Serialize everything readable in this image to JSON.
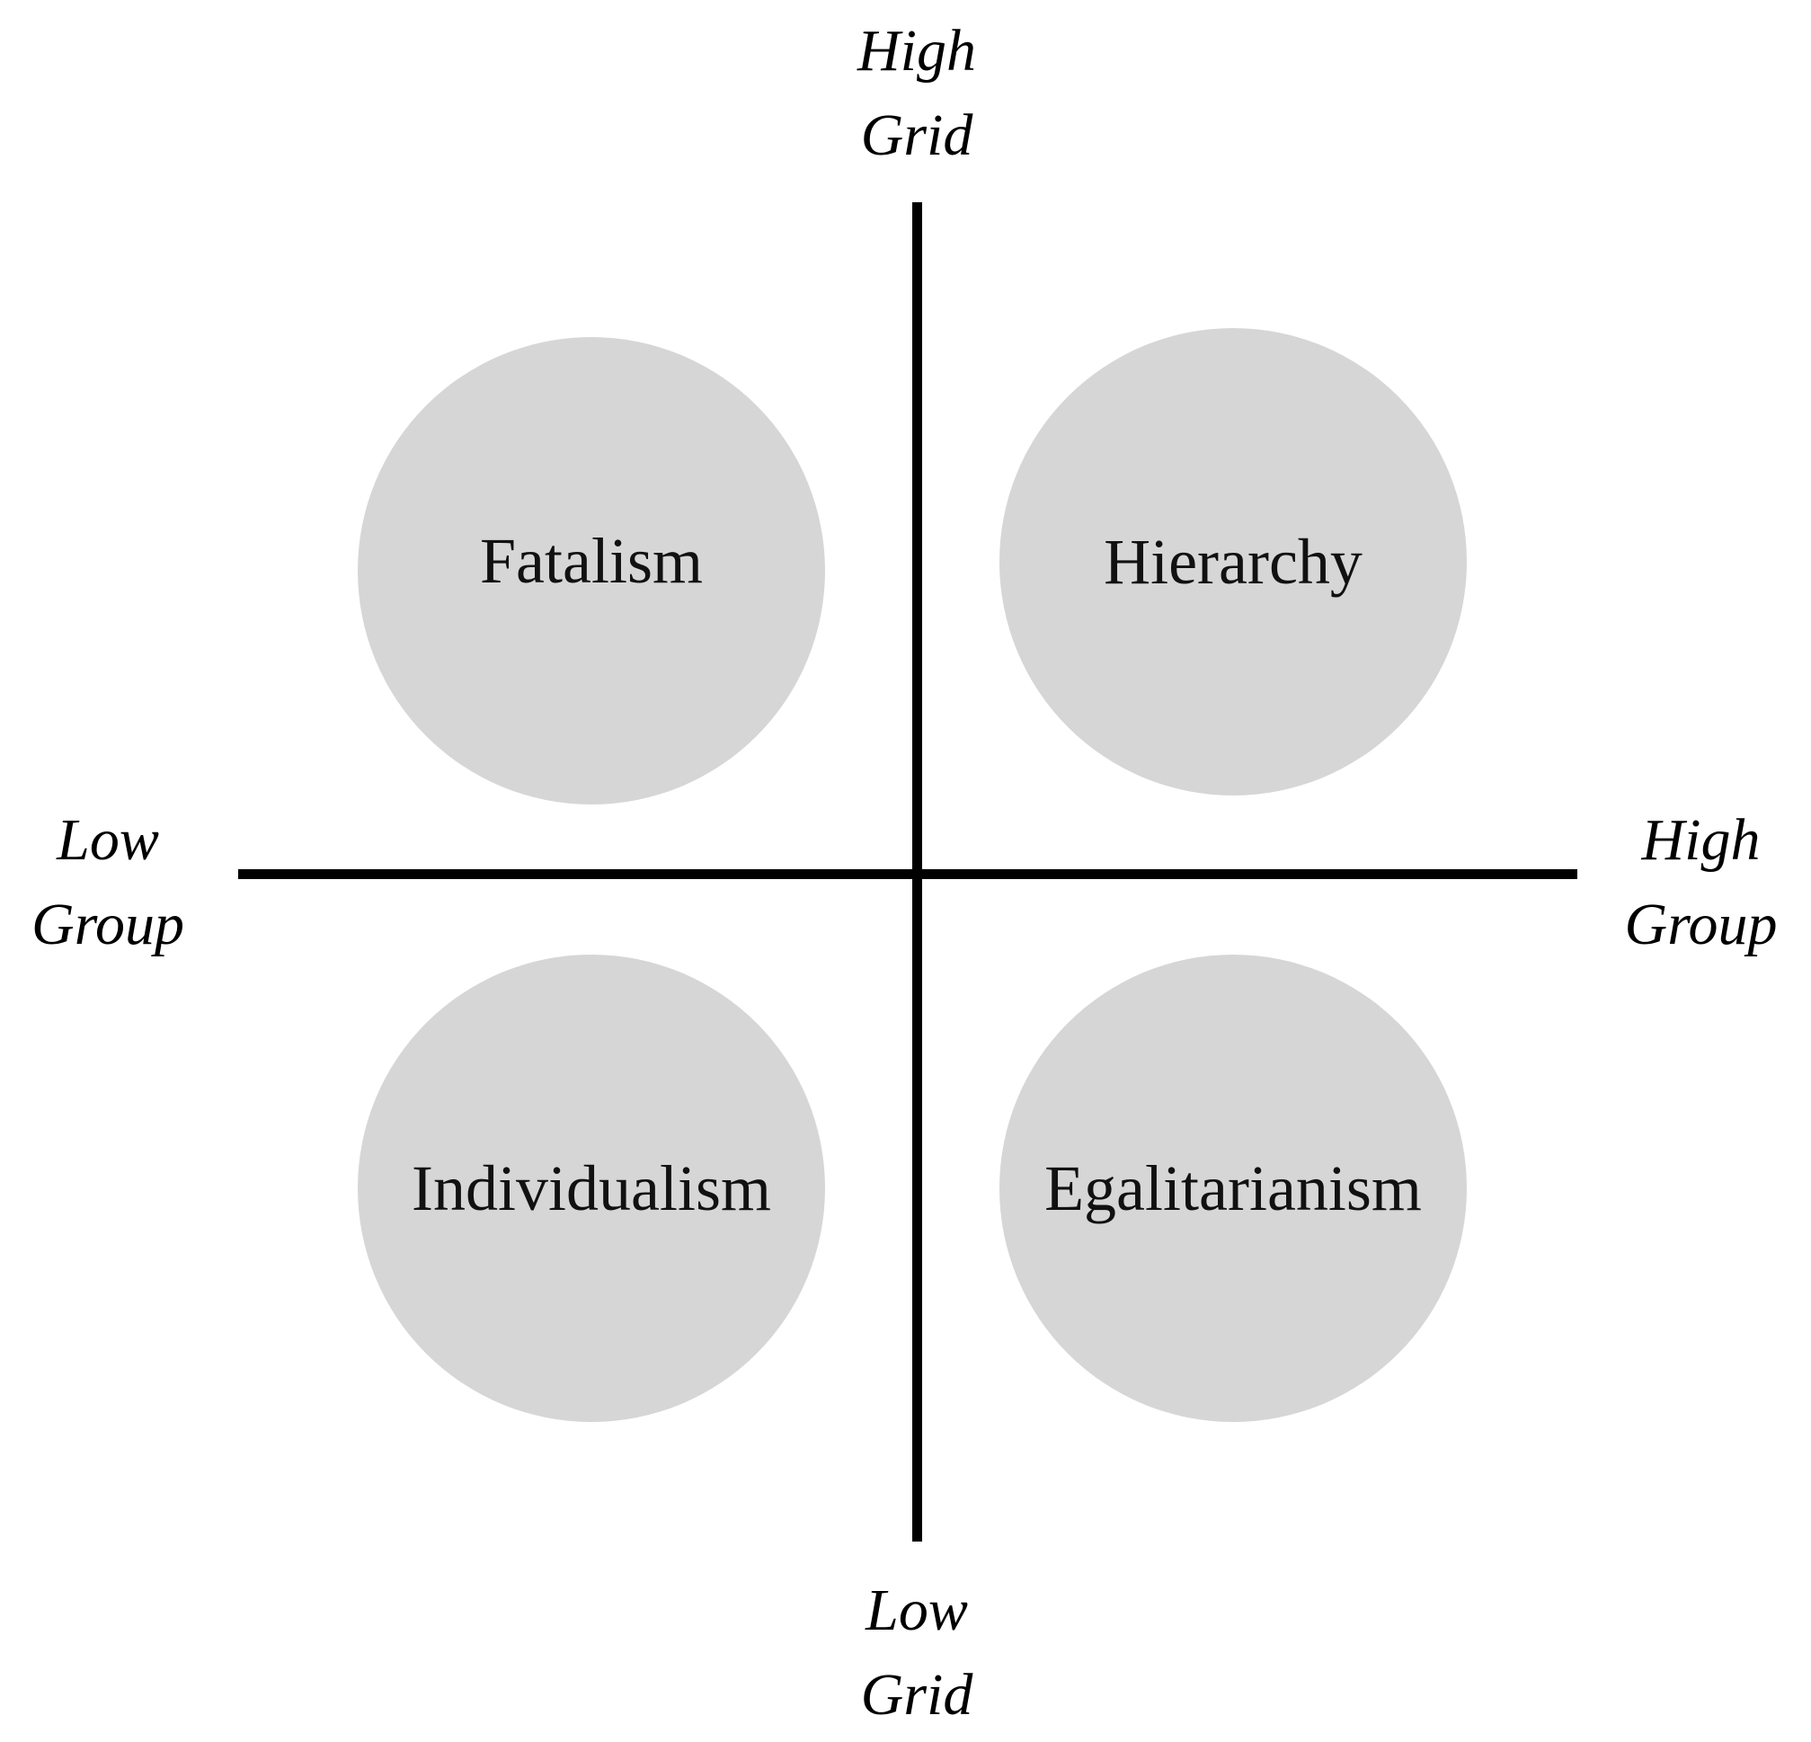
{
  "axes": {
    "top": {
      "line1": "High",
      "line2": "Grid"
    },
    "bottom": {
      "line1": "Low",
      "line2": "Grid"
    },
    "left": {
      "line1": "Low",
      "line2": "Group"
    },
    "right": {
      "line1": "High",
      "line2": "Group"
    }
  },
  "quadrants": {
    "top_left": "Fatalism",
    "top_right": "Hierarchy",
    "bottom_left": "Individualism",
    "bottom_right": "Egalitarianism"
  },
  "colors": {
    "circle_fill": "#d6d6d6",
    "axis_line": "#000000",
    "text": "#111111"
  }
}
